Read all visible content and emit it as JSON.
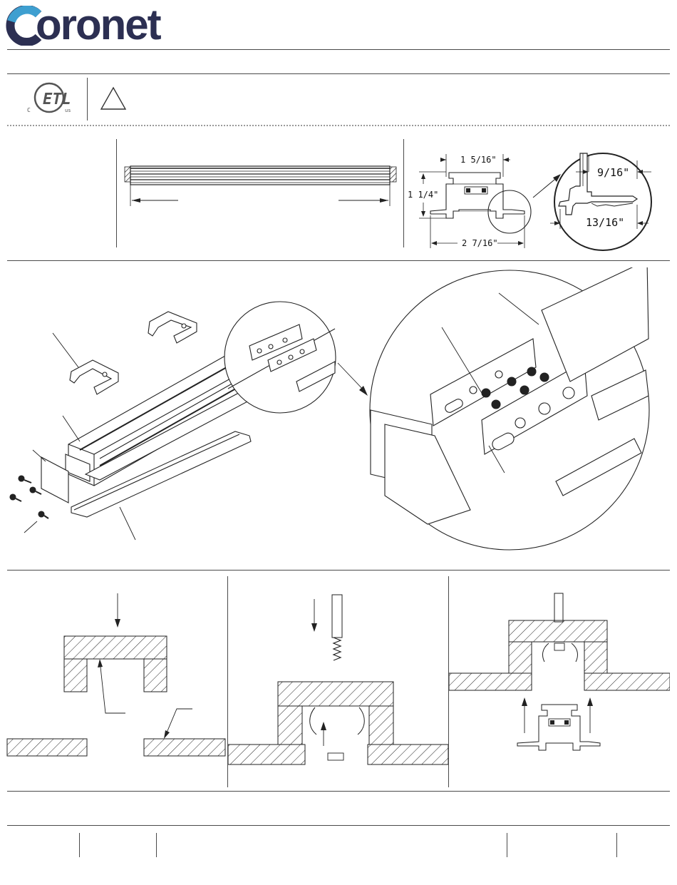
{
  "brand": {
    "logo_text": "Coronet",
    "logo_rest": "oronet",
    "colors": {
      "navy": "#2c2f52",
      "teal": "#3e9fd0",
      "ink": "#1a1a1a",
      "hatch": "#222222"
    }
  },
  "certifications": {
    "mark": "ETL listed mark",
    "mark_c": "C",
    "mark_us": "us",
    "warning_icon": "warning-triangle-icon"
  },
  "dimensions": {
    "top_width": "1 5/16\"",
    "height": "1 1/4\"",
    "bottom_width": "2 7/16\"",
    "detail_upper": "9/16\"",
    "detail_lower": "13/16\""
  },
  "footer": {
    "cells": [
      "",
      "",
      "",
      "",
      ""
    ]
  }
}
